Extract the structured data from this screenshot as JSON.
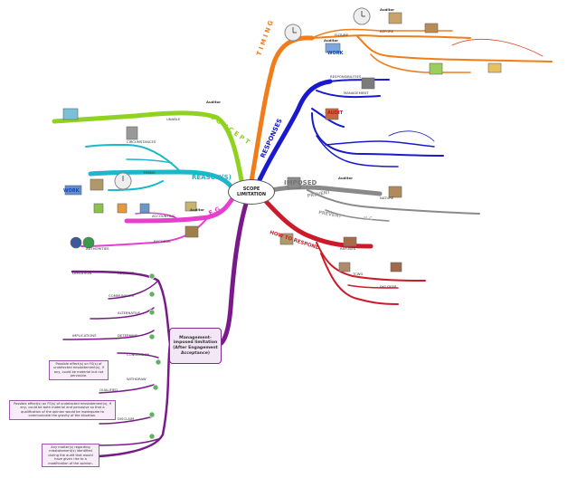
{
  "center": {
    "line1": "SCOPE",
    "line2": "LIMITATION"
  },
  "management_box": "Management-imposed limitation (After Engagement Acceptance)",
  "branches": {
    "timing": "T I M I N G",
    "responses": "RESPONSES",
    "concept": "C O N C E P T",
    "reasons": "REASON(S)",
    "examples": "E.G.",
    "imposed": "IMPOSED",
    "prevent": "PREVENT",
    "prevent2": "PREVENT",
    "not": "NOT",
    "nc": "N.C",
    "how_to_respond": "HOW TO RESPOND"
  },
  "small_labels": {
    "auditor": "Auditor",
    "audit": "AUDIT",
    "work": "WORK",
    "future": "FUTURE",
    "before": "BEFORE",
    "responsibilities": "RESPONSIBILITIES",
    "management": "MANAGEMENT",
    "unable": "UNABLE",
    "nature": "NATURE",
    "circumstances": "CIRCUMSTANCES",
    "timing": "TIMING",
    "records": "RECORDS",
    "accounting": "ACCOUNTING",
    "authorities": "AUTHORITIES",
    "limitation": "LIMITATION",
    "request": "REQUEST",
    "communicate": "COMMUNICATE",
    "alternative": "ALTERNATIVE",
    "determine": "DETERMINE",
    "implications": "IMPLICATIONS",
    "conclusion": "CONCLUSION",
    "withdraw": "WITHDRAW",
    "qualified": "QUALIFIED",
    "disclaim": "DISCLAIM",
    "refuses": "REFUSES",
    "tcwg": "TCWG",
    "dig_deep": "DIG DEEP"
  },
  "notes": {
    "note1": "Possible effect(s) on FS(s) of undetected misstatement(s), if any, could be material but not pervasive.",
    "note2": "Possible effect(s) on FS(s) of undetected misstatement(s), if any, could be both material and pervasive so that a qualification of the opinion would be inadequate to communicate the gravity of the situation.",
    "note3": "Any matter(s) regarding misstatement(s) identified during the audit that would have given rise to a modification of the opinion."
  },
  "colors": {
    "timing": "#f07d1a",
    "responses": "#1a1acc",
    "concept": "#8fd21f",
    "reasons": "#1ab8c8",
    "examples": "#e63fd0",
    "imposed": "#8a8a8a",
    "how": "#cc1a2a",
    "mgmt": "#7a1a8a"
  }
}
